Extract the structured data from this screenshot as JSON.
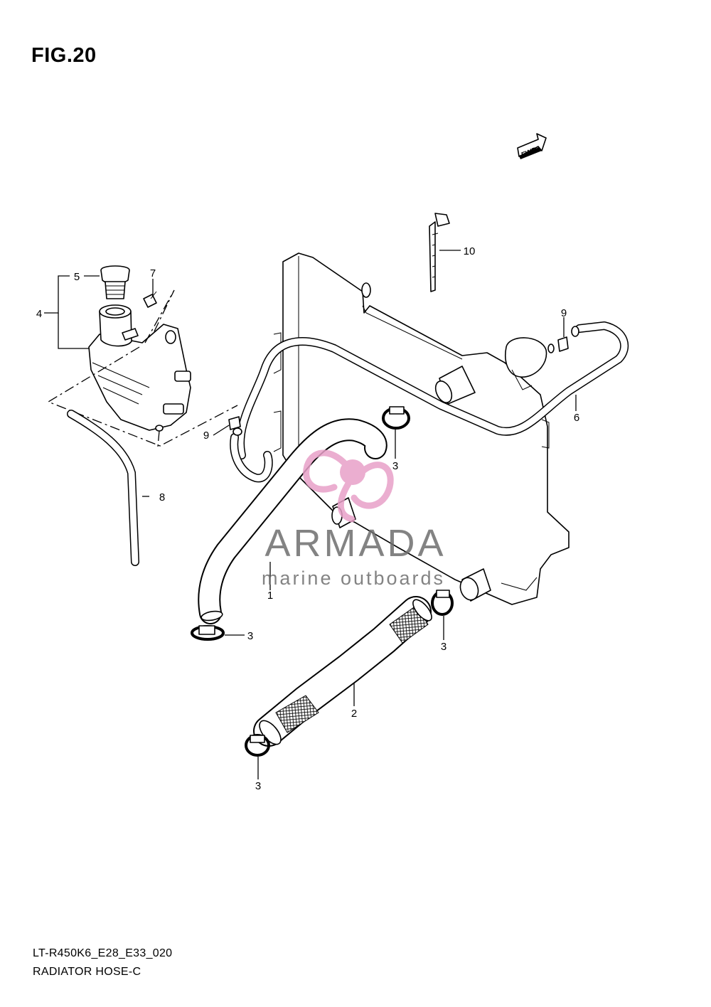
{
  "figure": {
    "title": "FIG.20",
    "code": "LT-R450K6_E28_E33_020",
    "name": "RADIATOR HOSE-C"
  },
  "fwd_label": "FWD",
  "watermark": {
    "brand": "ARMADA",
    "tagline": "marine outboards",
    "logo_color": "#e8a0c8"
  },
  "callouts": {
    "c1": "1",
    "c2": "2",
    "c3a": "3",
    "c3b": "3",
    "c3c": "3",
    "c3d": "3",
    "c4": "4",
    "c5": "5",
    "c6": "6",
    "c7": "7",
    "c8": "8",
    "c9a": "9",
    "c9b": "9",
    "c10": "10"
  }
}
